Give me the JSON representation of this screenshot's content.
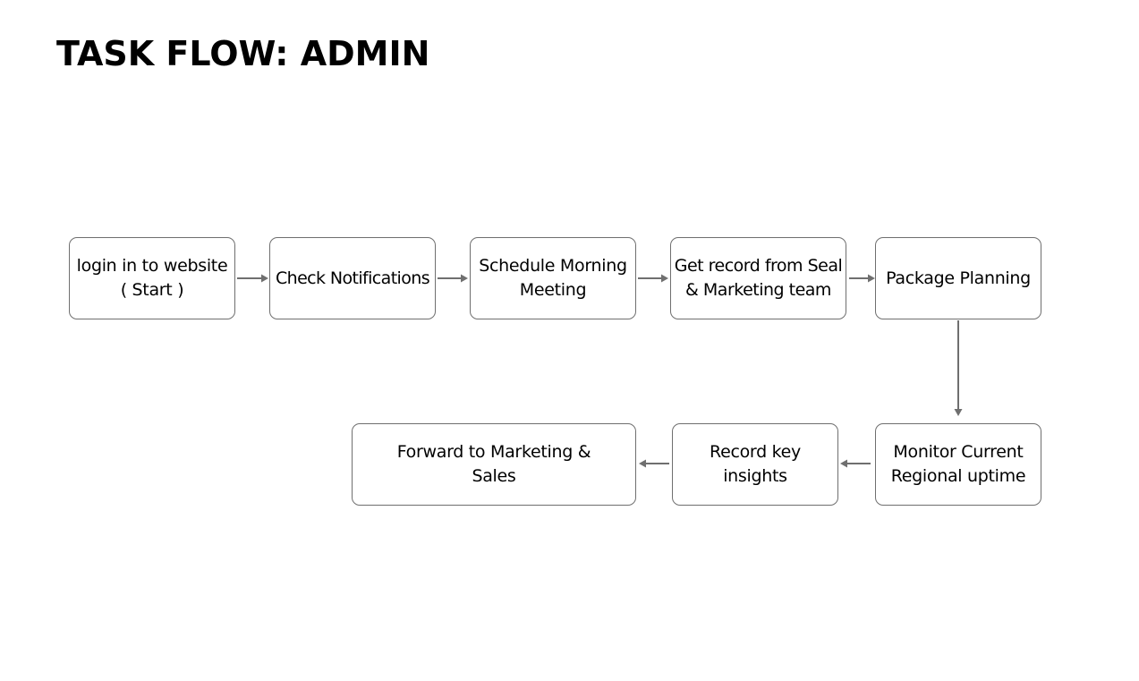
{
  "title": "TASK FLOW: ADMIN",
  "colors": {
    "border": "#6f6f6f",
    "arrow": "#6f6f6f",
    "text": "#000000",
    "background": "#ffffff"
  },
  "nodes": [
    {
      "id": "n1",
      "label": "login in to website\n( Start )"
    },
    {
      "id": "n2",
      "label": "Check Notifications"
    },
    {
      "id": "n3",
      "label": "Schedule Morning\nMeeting"
    },
    {
      "id": "n4",
      "label": "Get record from Seal\n& Marketing team"
    },
    {
      "id": "n5",
      "label": "Package Planning"
    },
    {
      "id": "n6",
      "label": "Monitor Current\nRegional uptime"
    },
    {
      "id": "n7",
      "label": "Record key\ninsights"
    },
    {
      "id": "n8",
      "label": "Forward to Marketing &\nSales"
    }
  ],
  "edges": [
    {
      "from": "n1",
      "to": "n2"
    },
    {
      "from": "n2",
      "to": "n3"
    },
    {
      "from": "n3",
      "to": "n4"
    },
    {
      "from": "n4",
      "to": "n5"
    },
    {
      "from": "n5",
      "to": "n6"
    },
    {
      "from": "n6",
      "to": "n7"
    },
    {
      "from": "n7",
      "to": "n8"
    }
  ]
}
